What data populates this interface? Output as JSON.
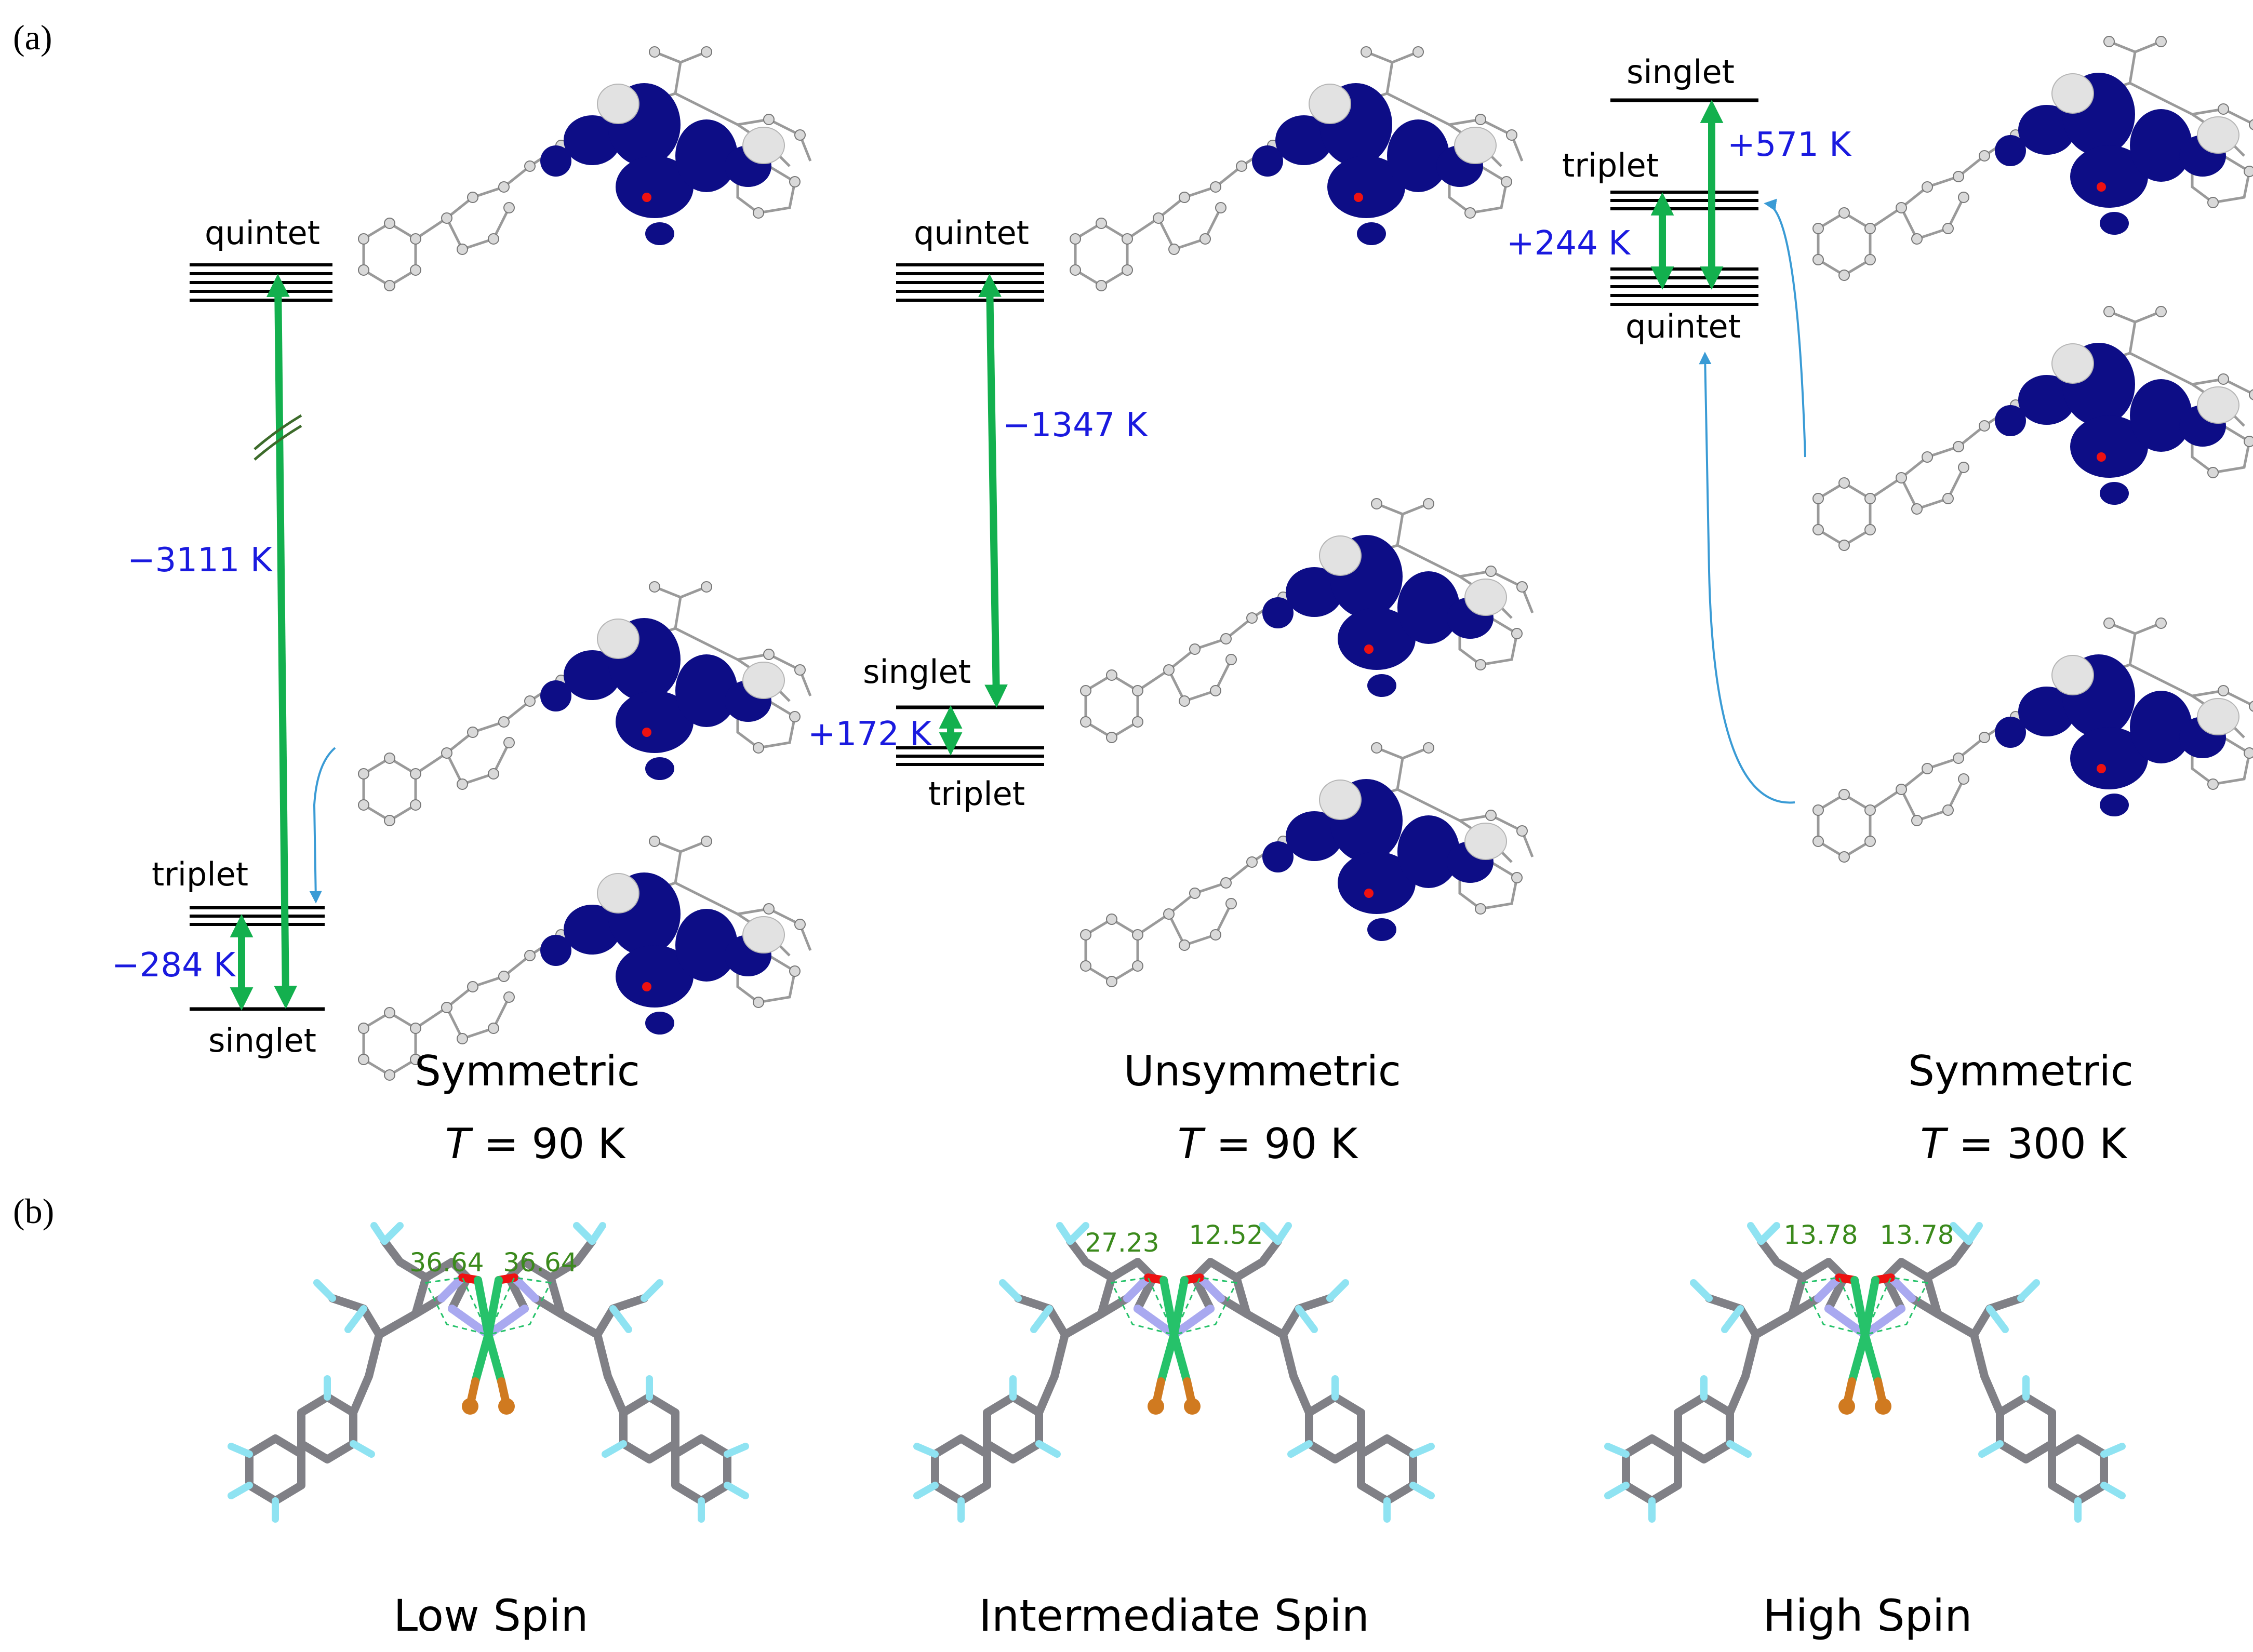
{
  "panels": {
    "a": "(a)",
    "b": "(b)"
  },
  "diagram_a": {
    "columns": [
      {
        "levels": {
          "top": "quintet",
          "middle": "triplet",
          "bottom": "singlet"
        },
        "gaps": {
          "large": "−3111 K",
          "small": "−284 K"
        },
        "title": "Symmetric",
        "temp_var": "T",
        "temp_value": " = 90 K"
      },
      {
        "levels": {
          "top": "quintet",
          "middle": "singlet",
          "bottom": "triplet"
        },
        "gaps": {
          "large": "−1347 K",
          "small": "+172 K"
        },
        "title": "Unsymmetric",
        "temp_var": "T",
        "temp_value": " = 90 K"
      },
      {
        "levels": {
          "top": "singlet",
          "middle": "triplet",
          "bottom": "quintet"
        },
        "gaps": {
          "large": "+571 K",
          "small": "+244 K"
        },
        "title": "Symmetric",
        "temp_var": "T",
        "temp_value": " = 300 K"
      }
    ]
  },
  "diagram_b": {
    "structures": [
      {
        "angle_left": "36.64",
        "angle_right": "36.64",
        "label": "Low Spin"
      },
      {
        "angle_left": "27.23",
        "angle_right": "12.52",
        "label": "Intermediate Spin"
      },
      {
        "angle_left": "13.78",
        "angle_right": "13.78",
        "label": "High Spin"
      }
    ]
  },
  "colors": {
    "level_line": "#000000",
    "energy_arrow": "#13b04e",
    "energy_label": "#1a1adf",
    "pointer_arrow": "#3a9bd5",
    "spin_density_pos": "#0d0d86",
    "spin_density_neg": "#d8d8d8",
    "angle_label": "#3b8a1c",
    "carbon": "#7a7a80",
    "hydrogen": "#8fe3f2",
    "nitrogen": "#a9a9f0",
    "oxygen": "#ee1111",
    "metal": "#26c26a",
    "halide": "#d07a20"
  }
}
